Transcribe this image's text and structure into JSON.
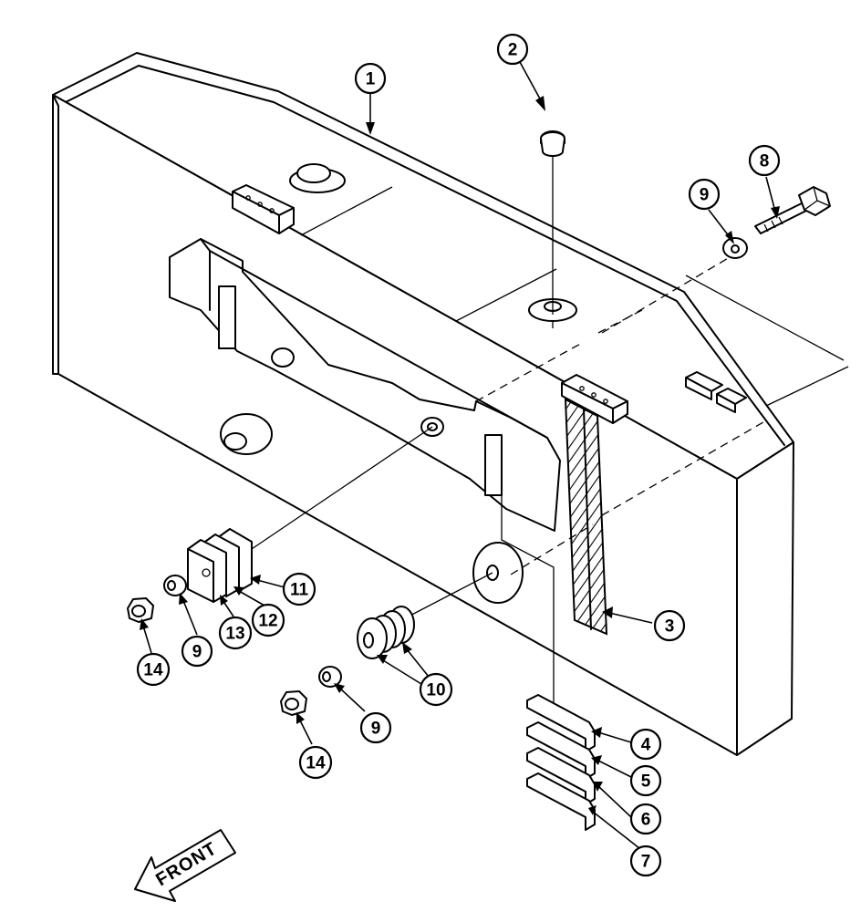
{
  "callouts": [
    {
      "label": "1"
    },
    {
      "label": "2"
    },
    {
      "label": "3"
    },
    {
      "label": "4"
    },
    {
      "label": "5"
    },
    {
      "label": "6"
    },
    {
      "label": "7"
    },
    {
      "label": "8"
    },
    {
      "label": "9"
    },
    {
      "label": "9"
    },
    {
      "label": "9"
    },
    {
      "label": "10"
    },
    {
      "label": "11"
    },
    {
      "label": "12"
    },
    {
      "label": "13"
    },
    {
      "label": "14"
    },
    {
      "label": "14"
    }
  ],
  "front_label": "FRONT"
}
